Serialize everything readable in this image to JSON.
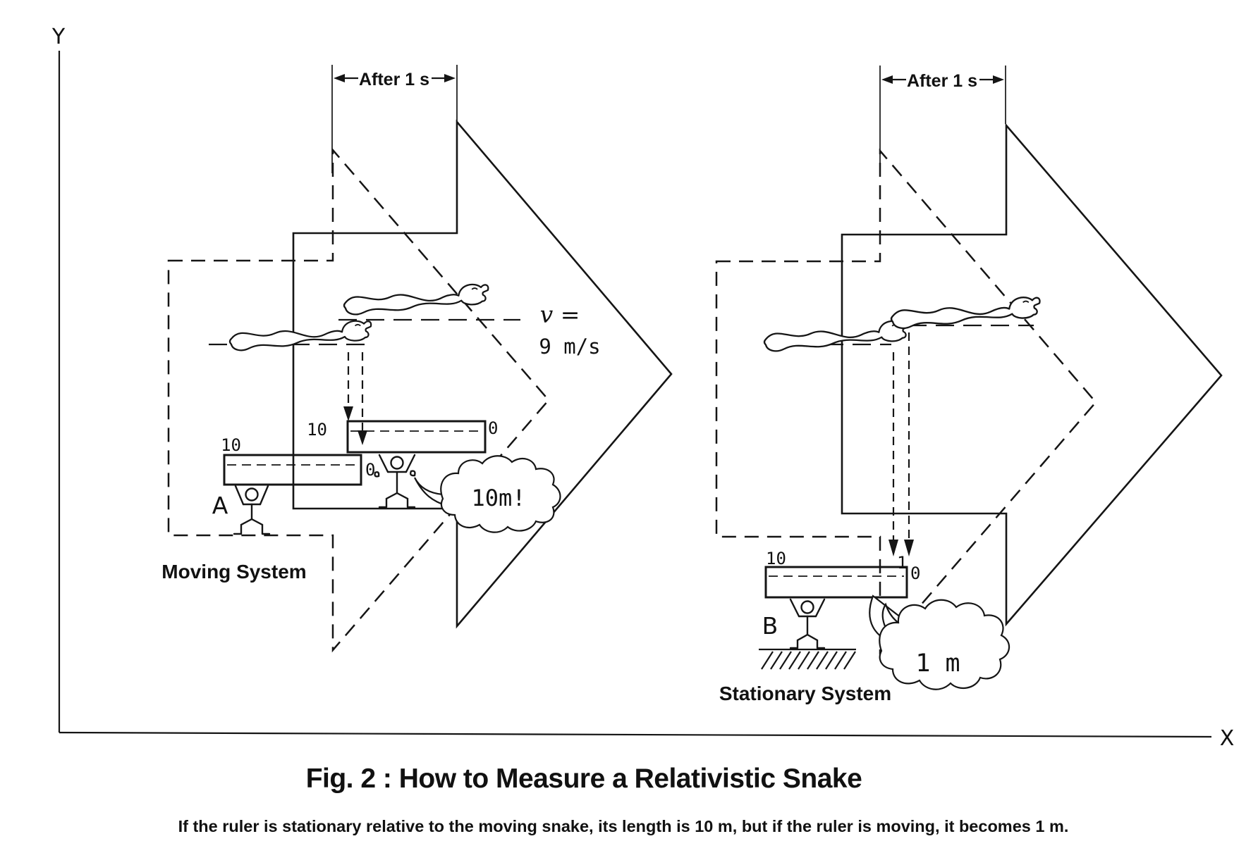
{
  "title": "Fig. 2 : How to Measure a Relativistic Snake",
  "caption": "If the ruler is stationary relative to the moving snake, its length is 10 m, but if the ruler is moving, it becomes 1 m.",
  "axes": {
    "x": "X",
    "y": "Y"
  },
  "left": {
    "system_label": "Moving System",
    "after_label": "After 1 s",
    "velocity_line1": "v =",
    "velocity_line2": "9 m/s",
    "upper_ruler": {
      "left_end": "10",
      "right_end": "0"
    },
    "lower_ruler": {
      "left_end": "10",
      "right_end": "0"
    },
    "observer_label": "A",
    "speech": "10m!"
  },
  "right": {
    "system_label": "Stationary System",
    "after_label": "After 1 s",
    "ruler": {
      "left_end": "10",
      "mark": "1",
      "right_end": "0"
    },
    "observer_label": "B",
    "speech": "1 m"
  }
}
